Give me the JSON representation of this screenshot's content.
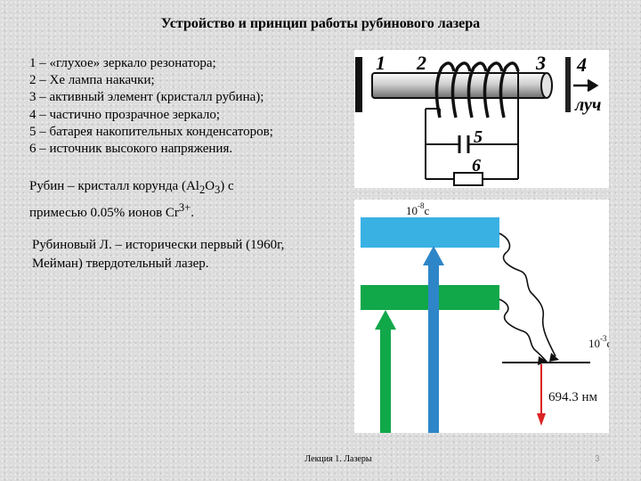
{
  "title": "Устройство и принцип работы рубинового лазера",
  "legend": [
    "1 – «глухое» зеркало резонатора;",
    "2 – Xe лампа накачки;",
    "3 – активный элемент (кристалл рубина);",
    "4 – частично прозрачное зеркало;",
    "5 – батарея накопительных конденсаторов;",
    "6 – источник высокого напряжения."
  ],
  "ruby": {
    "line1_prefix": "Рубин – кристалл корунда (Al",
    "sub1": "2",
    "mid": "O",
    "sub2": "3",
    "line1_suffix": ") с",
    "line2_prefix": "примесью 0.05% ионов Cr",
    "sup": "3+",
    "line2_suffix": "."
  },
  "history": "Рубиновый Л. – исторически первый (1960г, Мейман) твердотельный лазер.",
  "laser_diagram": {
    "labels": [
      "1",
      "2",
      "3",
      "4",
      "5",
      "6"
    ],
    "beam_label": "луч"
  },
  "energy_diagram": {
    "upper_lifetime_base": "10",
    "upper_lifetime_exp": "-8",
    "upper_lifetime_unit": "c",
    "meta_lifetime_base": "10",
    "meta_lifetime_exp": "-3",
    "meta_lifetime_unit": "c",
    "wavelength": "694.3 нм",
    "colors": {
      "upper_band": "#3ab1e3",
      "lower_band": "#11a84a",
      "pump_arrow_blue": "#2e86c8",
      "pump_arrow_green": "#11a84a",
      "emission_arrow": "#d22"
    }
  },
  "footer": "Лекция 1. Лазеры",
  "page_number": "3"
}
